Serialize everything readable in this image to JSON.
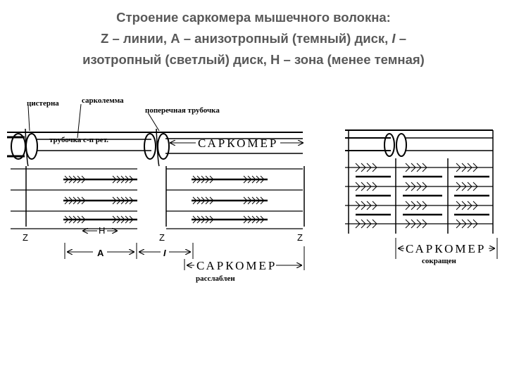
{
  "title": {
    "line1": "Строение саркомера мышечного волокна:",
    "line2_z": "Z",
    "line2_rest": " – линии,  А – анизотропный (темный) диск, ",
    "line2_i": "I",
    "line2_end": " –",
    "line3": "изотропный  (светлый) диск, Н – зона (менее темная)"
  },
  "diagram": {
    "cistern_label": "цистерна",
    "sarcolemma_label": "сарколемма",
    "t_tubule_label": "поперечная трубочка",
    "sr_tubule_label": "трубочка с-п рет.",
    "sarcomere_label": "САРКОМЕР",
    "sarcomere_relaxed_label": "САРКОМЕР",
    "relaxed_label": "расслаблен",
    "sarcomere_contracted_label": "САРКОМЕР",
    "contracted_label": "сокращен",
    "z_labels": [
      "Z",
      "Z",
      "Z"
    ],
    "h_label": "Н",
    "a_label": "А",
    "i_label": "I"
  }
}
